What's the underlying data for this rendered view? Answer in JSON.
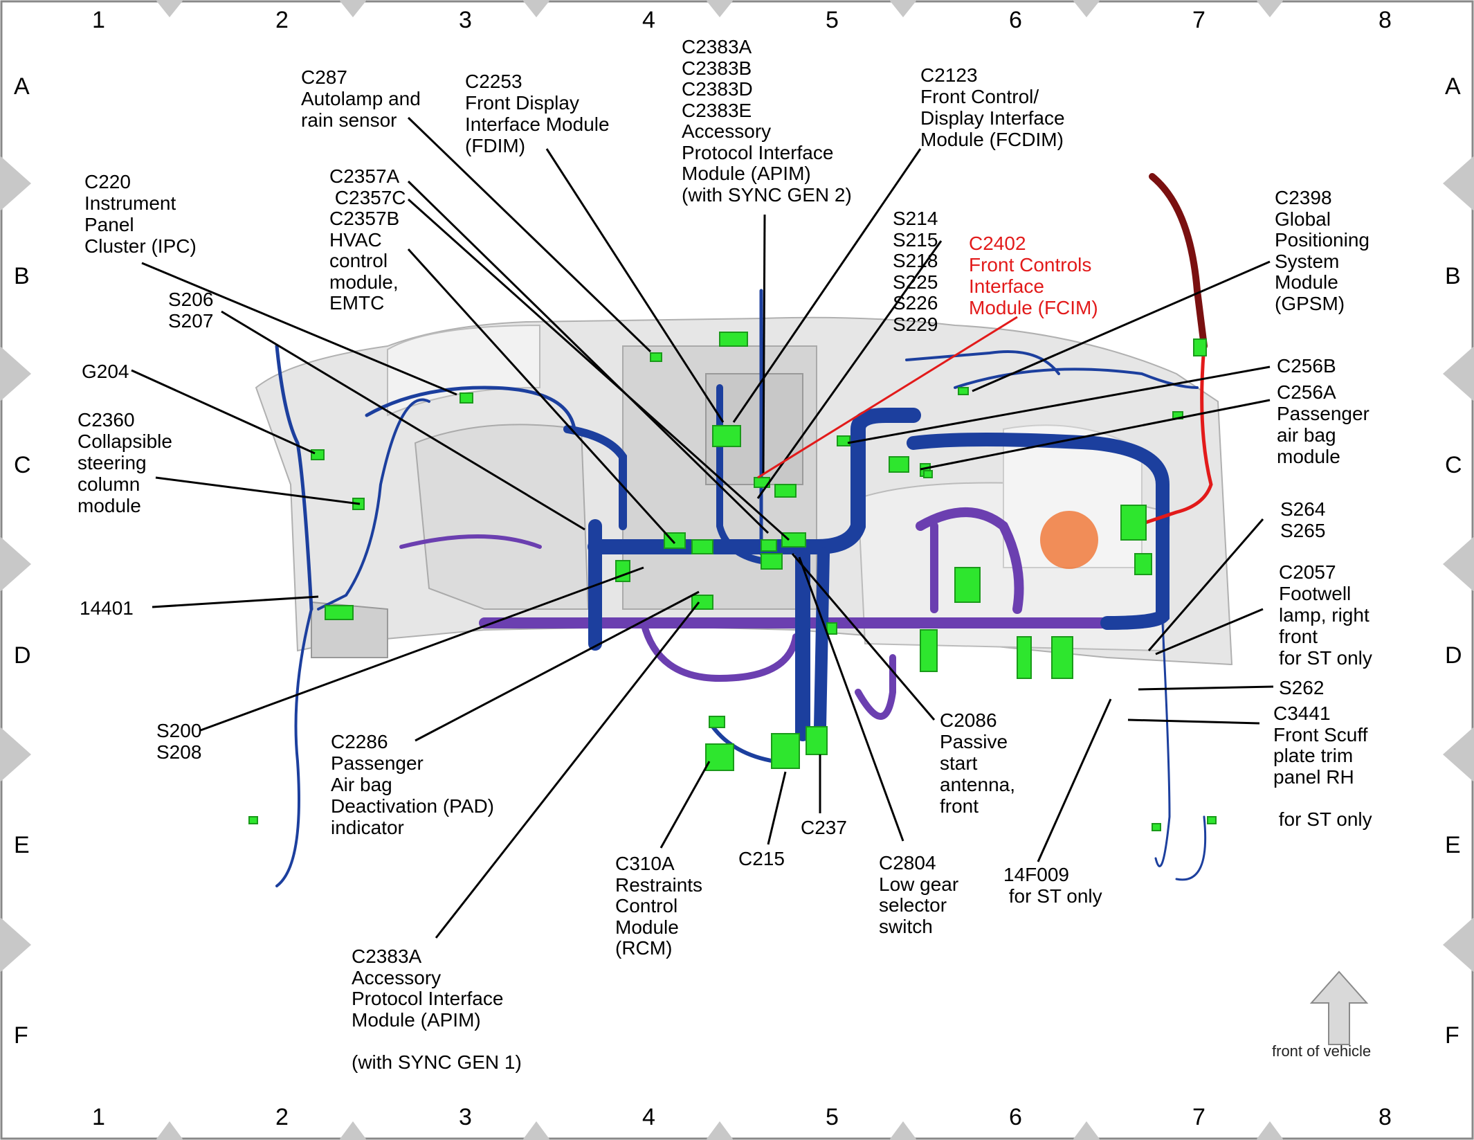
{
  "grid": {
    "columns": [
      "1",
      "2",
      "3",
      "4",
      "5",
      "6",
      "7",
      "8"
    ],
    "rows": [
      "A",
      "B",
      "C",
      "D",
      "E",
      "F"
    ]
  },
  "front_of_vehicle": "front of vehicle",
  "callouts": [
    {
      "id": "c287",
      "text": "C287\nAutolamp and\nrain sensor",
      "color": "black"
    },
    {
      "id": "c2253",
      "text": "C2253\nFront Display\nInterface Module\n(FDIM)",
      "color": "black"
    },
    {
      "id": "c2383_gen2",
      "text": "C2383A\nC2383B\nC2383D\nC2383E\nAccessory\nProtocol Interface\nModule (APIM)\n(with SYNC GEN 2)",
      "color": "black"
    },
    {
      "id": "c2123",
      "text": "C2123\nFront Control/\nDisplay Interface\nModule (FCDIM)",
      "color": "black"
    },
    {
      "id": "c220",
      "text": "C220\nInstrument\nPanel\nCluster (IPC)",
      "color": "black"
    },
    {
      "id": "c2357",
      "text": "C2357A\n C2357C\nC2357B\nHVAC\ncontrol\nmodule,\nEMTC",
      "color": "black"
    },
    {
      "id": "splices_b",
      "text": "S214\nS215\nS218\nS225\nS226\nS229",
      "color": "black"
    },
    {
      "id": "c2402",
      "text": "C2402\nFront Controls\nInterface\nModule (FCIM)",
      "color": "red"
    },
    {
      "id": "c2398",
      "text": "C2398\nGlobal\nPositioning\nSystem\nModule\n(GPSM)",
      "color": "black"
    },
    {
      "id": "s206",
      "text": "S206\nS207",
      "color": "black"
    },
    {
      "id": "g204",
      "text": "G204",
      "color": "black"
    },
    {
      "id": "c2360",
      "text": "C2360\nCollapsible\nsteering\ncolumn\nmodule",
      "color": "black"
    },
    {
      "id": "c256b",
      "text": "C256B",
      "color": "black"
    },
    {
      "id": "c256a",
      "text": "C256A\nPassenger\nair bag\nmodule",
      "color": "black"
    },
    {
      "id": "s264",
      "text": "S264\nS265",
      "color": "black"
    },
    {
      "id": "c2057",
      "text": "C2057\nFootwell\nlamp, right\nfront\nfor ST only",
      "color": "black"
    },
    {
      "id": "c14401",
      "text": "14401",
      "color": "black"
    },
    {
      "id": "s262",
      "text": "S262",
      "color": "black"
    },
    {
      "id": "c3441",
      "text": "C3441\nFront Scuff\nplate trim\npanel RH\n\n for ST only",
      "color": "black"
    },
    {
      "id": "s200",
      "text": "S200\nS208",
      "color": "black"
    },
    {
      "id": "c2286",
      "text": "C2286\nPassenger\nAir bag\nDeactivation (PAD)\nindicator",
      "color": "black"
    },
    {
      "id": "c2086",
      "text": "C2086\nPassive\nstart\nantenna,\nfront",
      "color": "black"
    },
    {
      "id": "c237",
      "text": "C237",
      "color": "black"
    },
    {
      "id": "c215",
      "text": "C215",
      "color": "black"
    },
    {
      "id": "c310a",
      "text": "C310A\nRestraints\nControl\nModule\n(RCM)",
      "color": "black"
    },
    {
      "id": "c2804",
      "text": "C2804\nLow gear\nselector\nswitch",
      "color": "black"
    },
    {
      "id": "c14f009",
      "text": "14F009\n for ST only",
      "color": "black"
    },
    {
      "id": "c2383a_gen1",
      "text": "C2383A\nAccessory\nProtocol Interface\nModule (APIM)\n\n(with SYNC GEN 1)",
      "color": "black"
    }
  ],
  "colors": {
    "harness_blue": "#1c3f9e",
    "harness_purple": "#6b3fb0",
    "connector_green": "#2ee62e",
    "leader_red": "#e21a1a",
    "gps_cable": "#7a1010",
    "dash_gray": "#d9d9d9"
  }
}
